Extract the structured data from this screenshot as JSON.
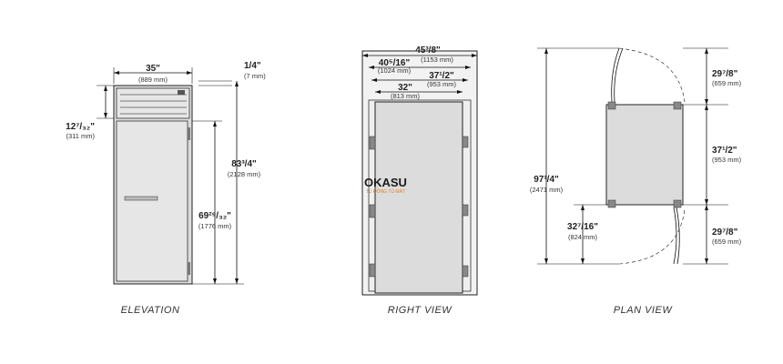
{
  "views": {
    "elevation": {
      "label": "ELEVATION",
      "width": {
        "inch": "35\"",
        "mm": "(889 mm)"
      },
      "top_gap": {
        "inch": "1/4\"",
        "mm": "(7 mm)"
      },
      "grille": {
        "inch": "12⁷/₃₂\"",
        "mm": "(311 mm)"
      },
      "height": {
        "inch": "83³/4\"",
        "mm": "(2128 mm)"
      },
      "door": {
        "inch": "69²⁹/₃₂\"",
        "mm": "(1776 mm)"
      }
    },
    "right": {
      "label": "RIGHT VIEW",
      "overall": {
        "inch": "45³/8\"",
        "mm": "(1153 mm)"
      },
      "d1": {
        "inch": "40⁵/16\"",
        "mm": "(1024 mm)"
      },
      "d2": {
        "inch": "37¹/2\"",
        "mm": "(953 mm)"
      },
      "d3": {
        "inch": "32\"",
        "mm": "(813 mm)"
      }
    },
    "plan": {
      "label": "PLAN VIEW",
      "top": {
        "inch": "29⁷/8\"",
        "mm": "(659 mm)"
      },
      "middle": {
        "inch": "37¹/2\"",
        "mm": "(953 mm)"
      },
      "bottom": {
        "inch": "29⁷/8\"",
        "mm": "(659 mm)"
      },
      "total": {
        "inch": "97¹/4\"",
        "mm": "(2471 mm)"
      },
      "swing": {
        "inch": "32⁷/16\"",
        "mm": "(824 mm)"
      }
    }
  },
  "watermark": {
    "text": "OKASU",
    "sub": "TỦ ĐÔNG TỦ MÁT"
  }
}
